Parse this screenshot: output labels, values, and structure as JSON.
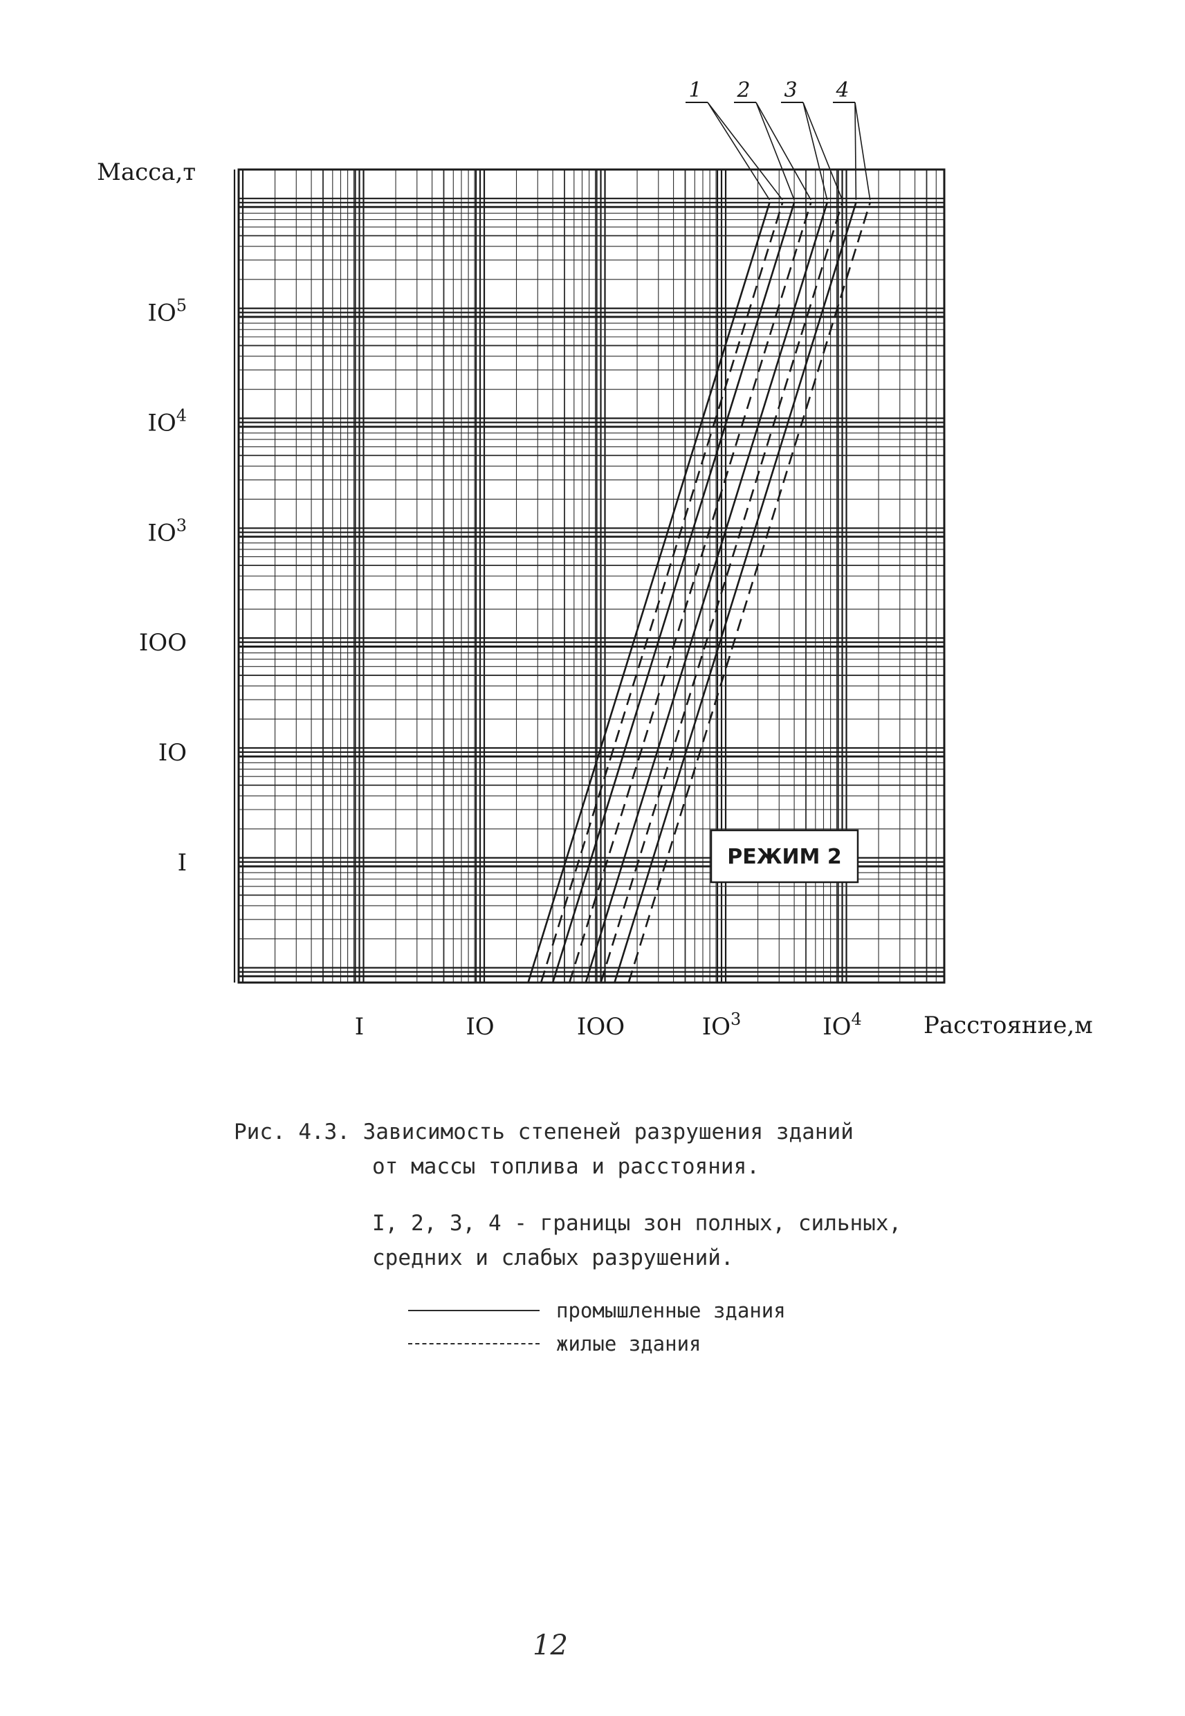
{
  "chart_data": {
    "type": "line",
    "xlabel": "Расстояние,м",
    "ylabel": "Масса,т",
    "x_scale": "log",
    "y_scale": "log",
    "xlim": [
      0.1,
      70000
    ],
    "ylim": [
      0.08,
      2000000
    ],
    "x_ticks": [
      {
        "value": 1,
        "label": "I"
      },
      {
        "value": 10,
        "label": "IO"
      },
      {
        "value": 100,
        "label": "IOO"
      },
      {
        "value": 1000,
        "label": "IO",
        "sup": "3"
      },
      {
        "value": 10000,
        "label": "IO",
        "sup": "4"
      }
    ],
    "y_ticks": [
      {
        "value": 1,
        "label": "I"
      },
      {
        "value": 10,
        "label": "IO"
      },
      {
        "value": 100,
        "label": "IOO"
      },
      {
        "value": 1000,
        "label": "IO",
        "sup": "3"
      },
      {
        "value": 10000,
        "label": "IO",
        "sup": "4"
      },
      {
        "value": 100000,
        "label": "IO",
        "sup": "5"
      }
    ],
    "grid": true,
    "annotation": "РЕЖИМ 2",
    "series": [
      {
        "name": "1",
        "style": "solid",
        "x": [
          25,
          2500
        ],
        "y": [
          0.08,
          1000000
        ]
      },
      {
        "name": "1",
        "style": "dashed",
        "x": [
          32,
          3200
        ],
        "y": [
          0.08,
          1000000
        ]
      },
      {
        "name": "2",
        "style": "solid",
        "x": [
          40,
          4000
        ],
        "y": [
          0.08,
          1000000
        ]
      },
      {
        "name": "2",
        "style": "dashed",
        "x": [
          55,
          5500
        ],
        "y": [
          0.08,
          1000000
        ]
      },
      {
        "name": "3",
        "style": "solid",
        "x": [
          75,
          7500
        ],
        "y": [
          0.08,
          1000000
        ]
      },
      {
        "name": "3",
        "style": "dashed",
        "x": [
          100,
          10000
        ],
        "y": [
          0.08,
          1000000
        ]
      },
      {
        "name": "4",
        "style": "solid",
        "x": [
          130,
          13000
        ],
        "y": [
          0.08,
          1000000
        ]
      },
      {
        "name": "4",
        "style": "dashed",
        "x": [
          170,
          17000
        ],
        "y": [
          0.08,
          1000000
        ]
      }
    ]
  },
  "caption": {
    "line1": "Рис. 4.3. Зависимость степеней разрушения зданий",
    "line2": "от массы топлива и расстояния.",
    "line3": "I, 2, 3, 4 - границы зон полных, сильных,",
    "line4": "средних и слабых разрушений."
  },
  "legend": {
    "solid_label": "промышленные здания",
    "dashed_label": "жилые здания"
  },
  "page_number": "12"
}
